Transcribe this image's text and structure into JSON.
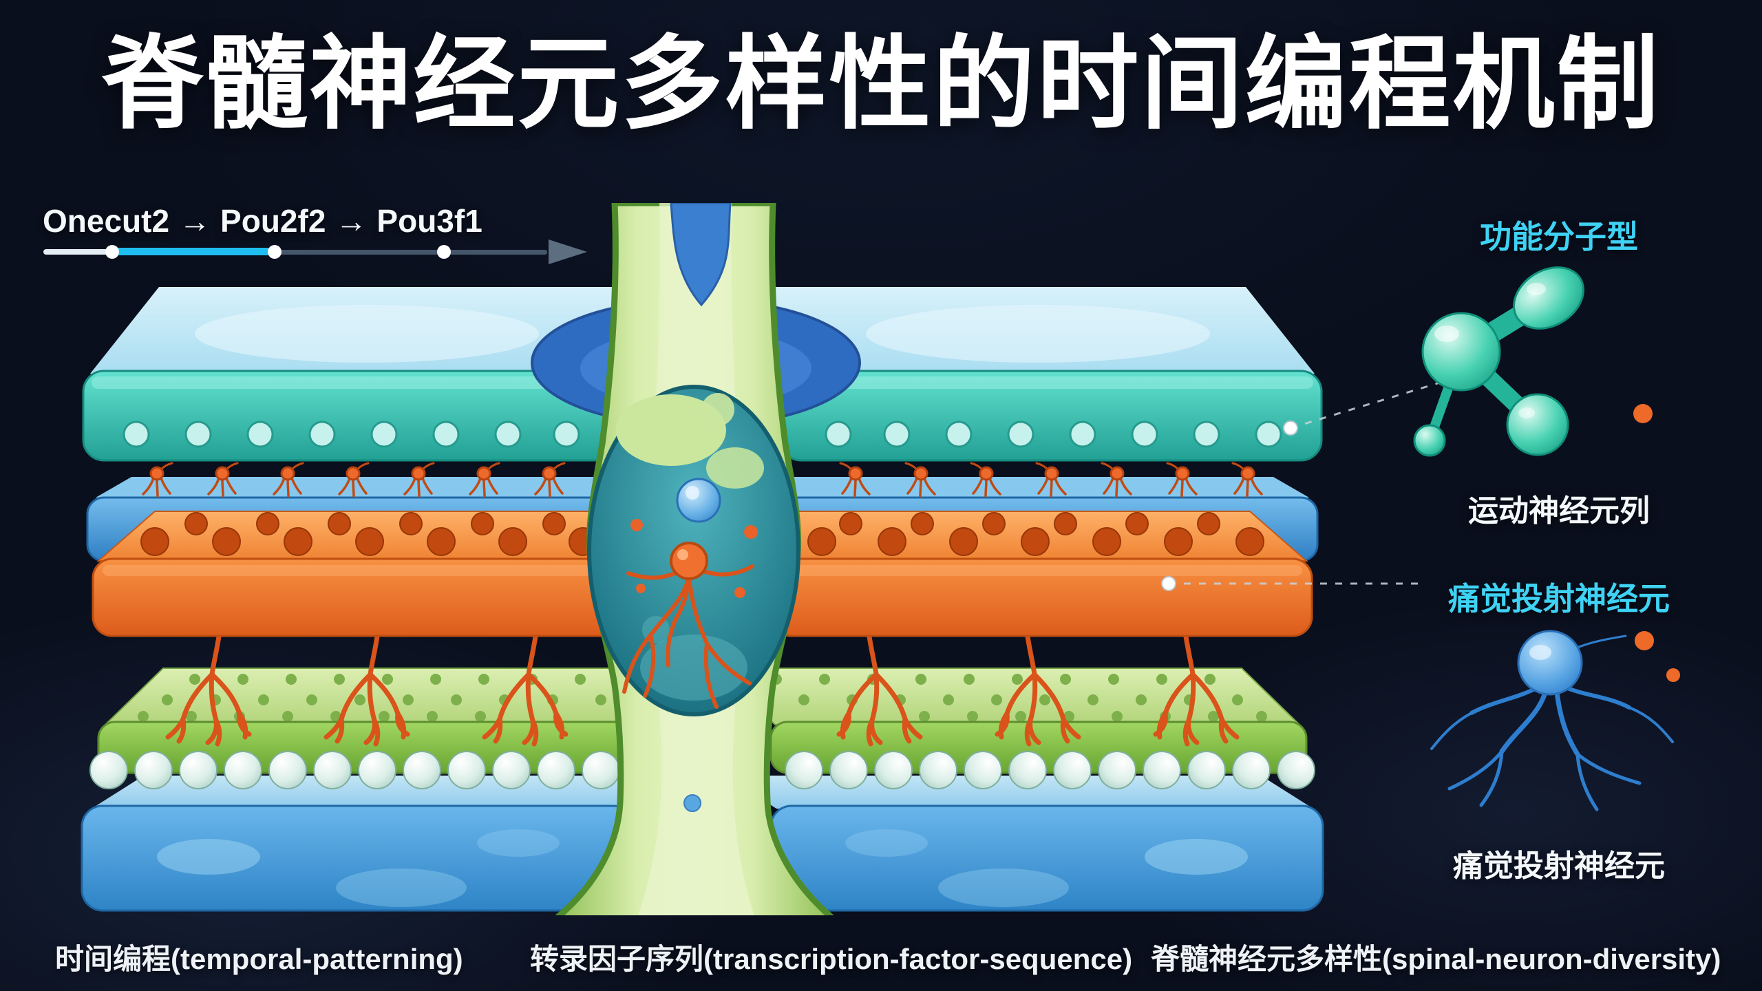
{
  "title": "脊髓神经元多样性的时间编程机制",
  "timeline": {
    "factors": [
      "Onecut2",
      "Pou2f2",
      "Pou3f1"
    ],
    "arrow": "→"
  },
  "legend": {
    "functional_type_label": "功能分子型",
    "motor_neuron_label": "运动神经元列",
    "pain_neuron_highlight_label": "痛觉投射神经元",
    "pain_neuron_label": "痛觉投射神经元"
  },
  "footer": {
    "temporal_patterning": "时间编程(temporal-patterning)",
    "transcription_factor_sequence": "转录因子序列(transcription-factor-sequence)",
    "spinal_neuron_diversity": "脊髓神经元多样性(spinal-neuron-diversity)"
  },
  "colors": {
    "background": "#0a0f1d",
    "accent_cyan": "#3fd2f4",
    "teal_layer": "#35c8b8",
    "blue_layer": "#3f8fd4",
    "orange_layer": "#ef7a2e",
    "green_layer": "#8cc84e",
    "canal_green": "#cfe9a0",
    "neuron_orange": "#e2571e",
    "neuron_blue": "#3f8fd8",
    "sphere_row": "#cfe8e0",
    "timeline_cyan": "#20bdf0"
  },
  "icons": {
    "arrow_icon": "→",
    "timeline_arrowhead_icon": "right-pointing-triangle",
    "molecule_cluster_icon": "connected-teal-spheres-with-orange-dot",
    "pain_neuron_icon": "blue-neuron-with-branching-dendrites-and-orange-dots",
    "connector_dot_icon": "white-dot-with-dashed-line"
  }
}
